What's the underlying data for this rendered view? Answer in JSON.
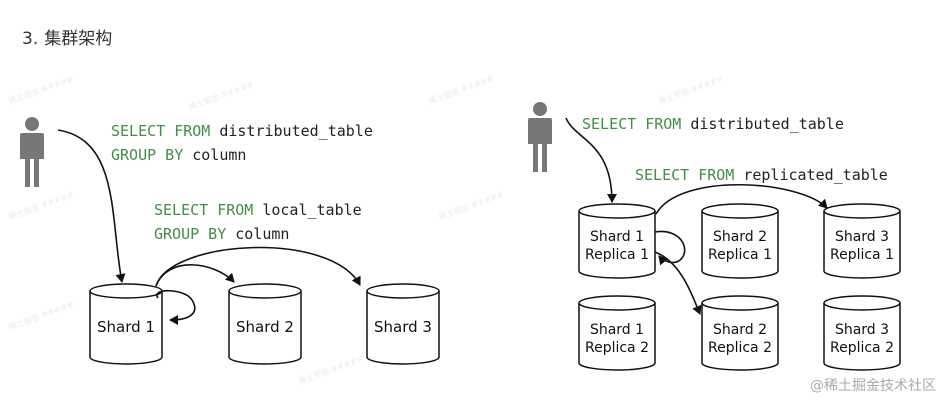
{
  "heading": {
    "number": "3.",
    "title": "集群架构"
  },
  "left": {
    "query_distributed": {
      "select": "SELECT FROM",
      "table": "distributed_table",
      "group": "GROUP BY",
      "column": "column"
    },
    "query_local": {
      "select": "SELECT FROM",
      "table": "local_table",
      "group": "GROUP BY",
      "column": "column"
    },
    "shards": [
      "Shard 1",
      "Shard 2",
      "Shard 3"
    ]
  },
  "right": {
    "query_distributed": {
      "select": "SELECT FROM",
      "table": "distributed_table"
    },
    "query_replicated": {
      "select": "SELECT FROM",
      "table": "replicated_table"
    },
    "nodes": [
      {
        "shard": "Shard 1",
        "replica": "Replica 1"
      },
      {
        "shard": "Shard 2",
        "replica": "Replica 1"
      },
      {
        "shard": "Shard 3",
        "replica": "Replica 1"
      },
      {
        "shard": "Shard 1",
        "replica": "Replica 2"
      },
      {
        "shard": "Shard 2",
        "replica": "Replica 2"
      },
      {
        "shard": "Shard 3",
        "replica": "Replica 2"
      }
    ]
  },
  "credit": "@稀土掘金技术社区",
  "colors": {
    "keyword": "#3f8f45",
    "identifier": "#222222",
    "person": "#777777",
    "line": "#111111"
  }
}
